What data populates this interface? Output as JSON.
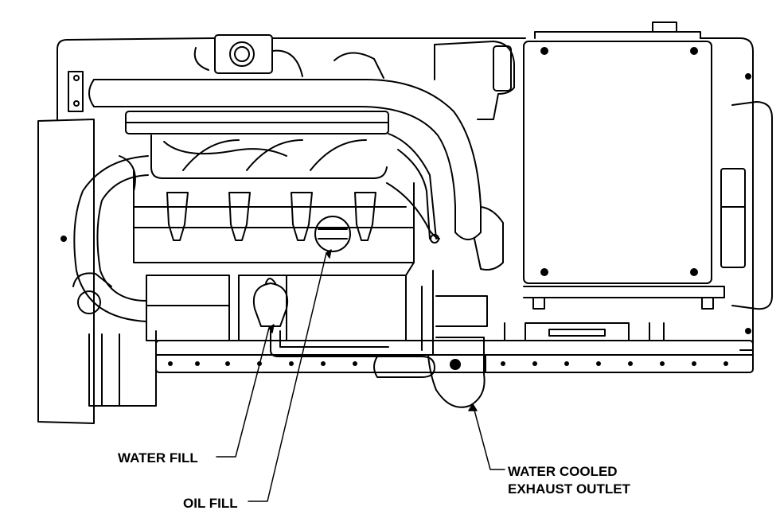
{
  "diagram": {
    "line_color": "#000000",
    "background": "#ffffff",
    "callouts": {
      "water_fill": "WATER FILL",
      "oil_fill": "OIL FILL",
      "exhaust_line1": "WATER COOLED",
      "exhaust_line2": "EXHAUST OUTLET"
    }
  }
}
